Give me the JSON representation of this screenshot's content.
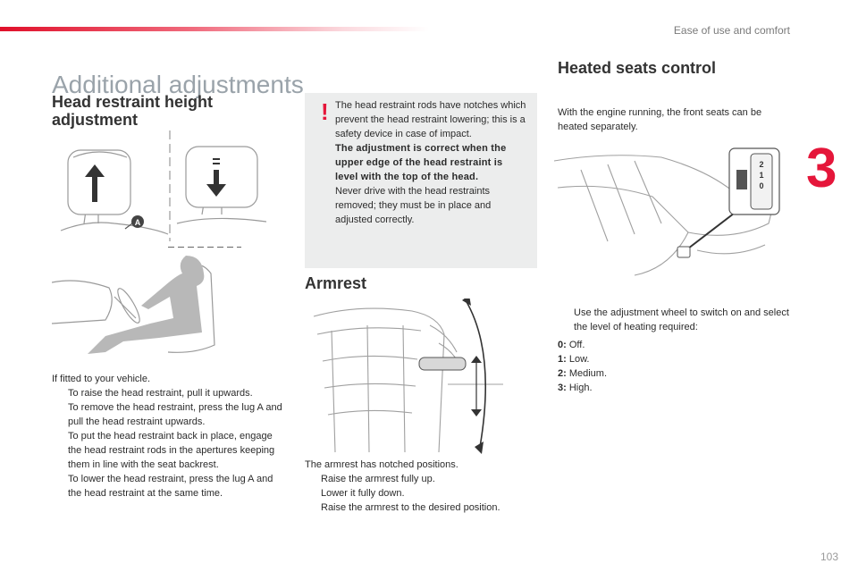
{
  "header": {
    "section": "Ease of use and comfort",
    "chapter": "3",
    "page_number": "103"
  },
  "page_title": "Additional adjustments",
  "head_restraint": {
    "heading": "Head restraint height adjustment",
    "label_a": "A",
    "intro": "If fitted to your vehicle.",
    "steps": [
      "To raise the head restraint, pull it upwards.",
      "To remove the head restraint, press the lug A and pull the head restraint upwards.",
      "To put the head restraint back in place, engage the head restraint rods in the apertures keeping them in line with the seat backrest.",
      "To lower the head restraint, press the lug A and the head restraint at the same time."
    ]
  },
  "warning": {
    "icon": "!",
    "text1": "The head restraint rods have notches which prevent the head restraint lowering; this is a safety device in case of impact.",
    "bold": "The adjustment is correct when the upper edge of the head restraint is level with the top of the head.",
    "text2": "Never drive with the head restraints removed; they must be in place and adjusted correctly."
  },
  "armrest": {
    "heading": "Armrest",
    "intro": "The armrest has notched positions.",
    "steps": [
      "Raise the armrest fully up.",
      "Lower it fully down.",
      "Raise the armrest to the desired position."
    ]
  },
  "heated_seats": {
    "heading": "Heated seats control",
    "intro": "With the engine running, the front seats can be heated separately.",
    "step": "Use the adjustment wheel to switch on and select the level of heating required:",
    "wheel_digits": [
      "2",
      "1",
      "0"
    ],
    "levels": [
      {
        "key": "0:",
        "label": "Off."
      },
      {
        "key": "1:",
        "label": "Low."
      },
      {
        "key": "2:",
        "label": "Medium."
      },
      {
        "key": "3:",
        "label": "High."
      }
    ]
  },
  "bullet_glyph": "",
  "colors": {
    "accent": "#e5163a",
    "title_grey": "#9aa3aa",
    "panel": "#eceded"
  }
}
